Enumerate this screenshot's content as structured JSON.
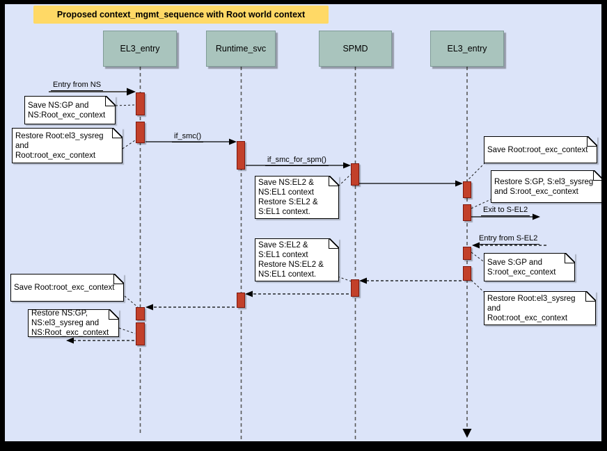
{
  "title": "Proposed context_mgmt_sequence with Root world context",
  "colors": {
    "background": "#dce4f9",
    "frame": "#000000",
    "title_bg": "#ffd966",
    "actor_fill": "#a9c4bd",
    "actor_border": "#7f9b96",
    "activation_fill": "#c2402a",
    "activation_border": "#7e170d",
    "note_fill": "#ffffff",
    "note_border": "#000000"
  },
  "actors": [
    {
      "label": "EL3_entry"
    },
    {
      "label": "Runtime_svc"
    },
    {
      "label": "SPMD"
    },
    {
      "label": "EL3_entry"
    }
  ],
  "messages": {
    "entry_from_ns": "Entry from NS",
    "if_smc": "if_smc()",
    "if_smc_for_spm": "if_smc_for_spm()",
    "exit_to_s_el2": "Exit to S-EL2",
    "entry_from_s_el2": "Entry from S-EL2"
  },
  "notes": [
    {
      "text": "Save NS:GP and\nNS:Root_exc_context"
    },
    {
      "text": "Restore Root:el3_sysreg\nand\nRoot:root_exc_context"
    },
    {
      "text": "Save NS:EL2 &\nNS:EL1 context\nRestore S:EL2 &\nS:EL1 context."
    },
    {
      "text": "Save Root:root_exc_context"
    },
    {
      "text": "Restore S:GP, S:el3_sysreg\nand S:root_exc_context"
    },
    {
      "text": "Save S:GP and\nS:root_exc_context"
    },
    {
      "text": "Restore Root:el3_sysreg\nand\nRoot:root_exc_context"
    },
    {
      "text": "Save S:EL2 &\nS:EL1 context\nRestore NS:EL2 &\nNS:EL1 context."
    },
    {
      "text": "Save Root:root_exc_context"
    },
    {
      "text": "Restore NS:GP,\nNS:el3_sysreg and\nNS:Root_exc_context"
    }
  ]
}
